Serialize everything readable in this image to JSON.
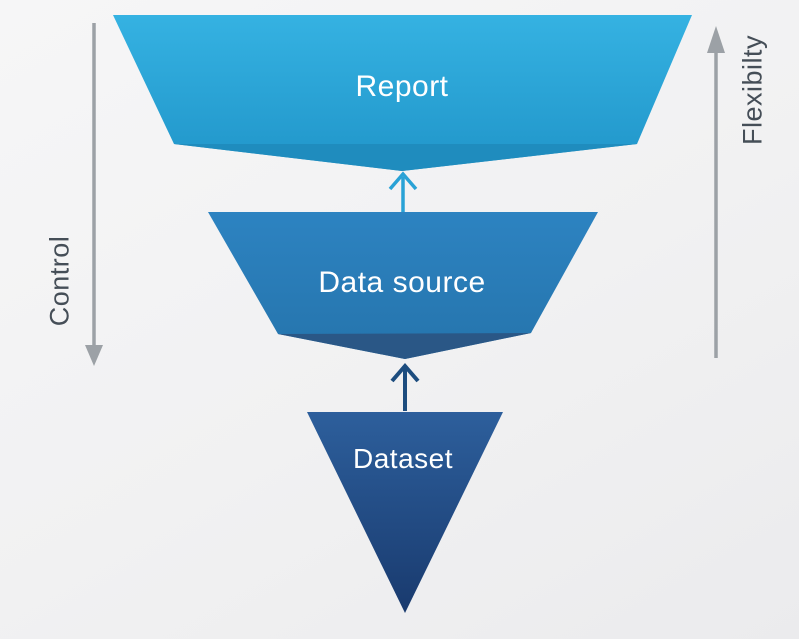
{
  "background_color": "#f1f1f2",
  "funnel": {
    "label_color": "#ffffff",
    "layers": [
      {
        "id": "report",
        "label": "Report",
        "color_top": "#35b2e2",
        "color_bottom": "#2095c9",
        "fold_color": "#1f8cbe"
      },
      {
        "id": "data-source",
        "label": "Data source",
        "color_top": "#2d83c1",
        "color_bottom": "#2574ac",
        "fold_color": "#2a5786"
      },
      {
        "id": "dataset",
        "label": "Dataset",
        "color_top": "#2d5f9c",
        "color_bottom": "#193a6e"
      }
    ],
    "connector_arrows": [
      {
        "id": "datasource-to-report",
        "direction": "up",
        "color": "#29a2d6"
      },
      {
        "id": "dataset-to-datasource",
        "direction": "up",
        "color": "#1d4d7f"
      }
    ]
  },
  "side_axes": {
    "arrow_color": "#9ca1a6",
    "label_color": "#454e57",
    "left": {
      "label": "Control",
      "direction": "down"
    },
    "right": {
      "label": "Flexibilty",
      "direction": "up"
    }
  }
}
